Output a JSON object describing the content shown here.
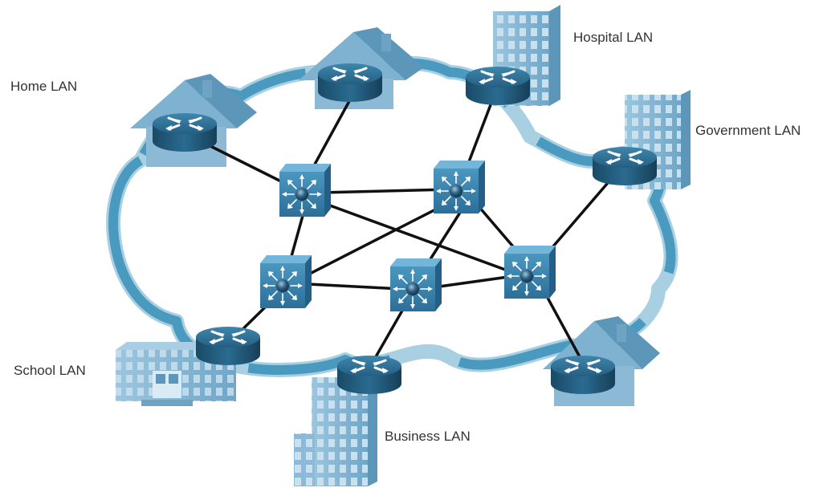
{
  "labels": {
    "home": "Home LAN",
    "hospital": "Hospital LAN",
    "government": "Government LAN",
    "school": "School LAN",
    "business": "Business LAN"
  },
  "colors": {
    "cloud_stroke": "#3f93bd",
    "cloud_stroke_light": "#a9d0e3",
    "cloud_fill": "#ffffff",
    "router_top": "#2e6f93",
    "router_side": "#1b4e6b",
    "switch_front": "#3e88b0",
    "switch_top": "#6fb2d6",
    "switch_side": "#22618a",
    "building": "#8cbad6",
    "building_dark": "#5c97ba",
    "house": "#7fb1d0",
    "link": "#111111",
    "label_text": "#333333"
  },
  "icons": {
    "router": "router-icon",
    "switch": "multilayer-switch-icon",
    "house": "house-icon",
    "building": "building-icon",
    "school": "school-building-icon"
  }
}
